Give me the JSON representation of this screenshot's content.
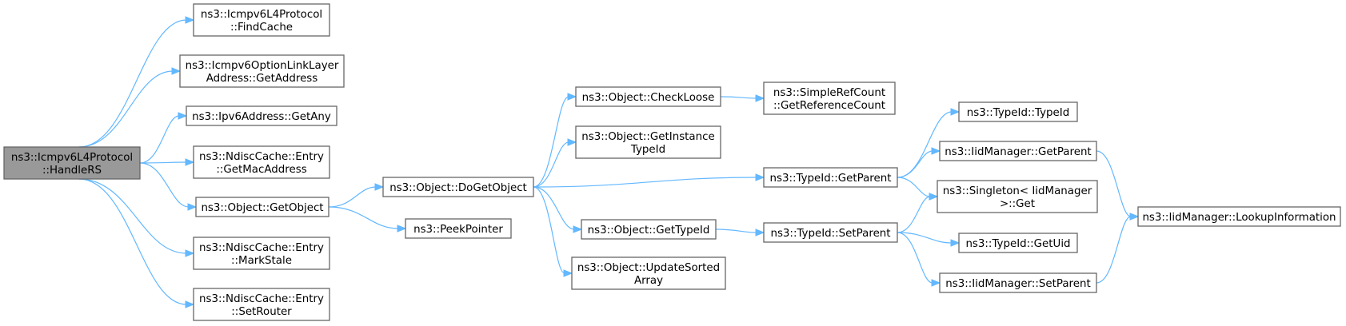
{
  "colors": {
    "edge": "#63b8ff",
    "root_fill": "#999999",
    "node_border": "#666666",
    "background": "#ffffff"
  },
  "nodes": {
    "root": {
      "lines": [
        "ns3::Icmpv6L4Protocol",
        "::HandleRS"
      ]
    },
    "findcache": {
      "lines": [
        "ns3::Icmpv6L4Protocol",
        "::FindCache"
      ]
    },
    "optlink": {
      "lines": [
        "ns3::Icmpv6OptionLinkLayer",
        "Address::GetAddress"
      ]
    },
    "getany": {
      "lines": [
        "ns3::Ipv6Address::GetAny"
      ]
    },
    "getmac": {
      "lines": [
        "ns3::NdiscCache::Entry",
        "::GetMacAddress"
      ]
    },
    "getobject": {
      "lines": [
        "ns3::Object::GetObject"
      ]
    },
    "markstale": {
      "lines": [
        "ns3::NdiscCache::Entry",
        "::MarkStale"
      ]
    },
    "setrouter": {
      "lines": [
        "ns3::NdiscCache::Entry",
        "::SetRouter"
      ]
    },
    "dogetobject": {
      "lines": [
        "ns3::Object::DoGetObject"
      ]
    },
    "peekpointer": {
      "lines": [
        "ns3::PeekPointer"
      ]
    },
    "checkloose": {
      "lines": [
        "ns3::Object::CheckLoose"
      ]
    },
    "getinsttypeid": {
      "lines": [
        "ns3::Object::GetInstance",
        "TypeId"
      ]
    },
    "objgettypeid": {
      "lines": [
        "ns3::Object::GetTypeId"
      ]
    },
    "updatesorted": {
      "lines": [
        "ns3::Object::UpdateSorted",
        "Array"
      ]
    },
    "getrefcount": {
      "lines": [
        "ns3::SimpleRefCount",
        "::GetReferenceCount"
      ]
    },
    "tid_getparent": {
      "lines": [
        "ns3::TypeId::GetParent"
      ]
    },
    "tid_setparent": {
      "lines": [
        "ns3::TypeId::SetParent"
      ]
    },
    "tid_typeid": {
      "lines": [
        "ns3::TypeId::TypeId"
      ]
    },
    "iid_getparent": {
      "lines": [
        "ns3::IidManager::GetParent"
      ]
    },
    "singleton_get": {
      "lines": [
        "ns3::Singleton< IidManager",
        ">::Get"
      ]
    },
    "tid_getuid": {
      "lines": [
        "ns3::TypeId::GetUid"
      ]
    },
    "iid_setparent": {
      "lines": [
        "ns3::IidManager::SetParent"
      ]
    },
    "lookupinfo": {
      "lines": [
        "ns3::IidManager::LookupInformation"
      ]
    }
  },
  "edges": [
    [
      "root",
      "findcache"
    ],
    [
      "root",
      "optlink"
    ],
    [
      "root",
      "getany"
    ],
    [
      "root",
      "getmac"
    ],
    [
      "root",
      "getobject"
    ],
    [
      "root",
      "markstale"
    ],
    [
      "root",
      "setrouter"
    ],
    [
      "getobject",
      "dogetobject"
    ],
    [
      "getobject",
      "peekpointer"
    ],
    [
      "dogetobject",
      "checkloose"
    ],
    [
      "dogetobject",
      "getinsttypeid"
    ],
    [
      "dogetobject",
      "tid_getparent"
    ],
    [
      "dogetobject",
      "objgettypeid"
    ],
    [
      "dogetobject",
      "updatesorted"
    ],
    [
      "checkloose",
      "getrefcount"
    ],
    [
      "objgettypeid",
      "tid_setparent"
    ],
    [
      "tid_getparent",
      "tid_typeid"
    ],
    [
      "tid_getparent",
      "iid_getparent"
    ],
    [
      "tid_getparent",
      "singleton_get"
    ],
    [
      "tid_setparent",
      "singleton_get"
    ],
    [
      "tid_setparent",
      "tid_getuid"
    ],
    [
      "tid_setparent",
      "iid_setparent"
    ],
    [
      "iid_getparent",
      "lookupinfo"
    ],
    [
      "iid_setparent",
      "lookupinfo"
    ]
  ]
}
